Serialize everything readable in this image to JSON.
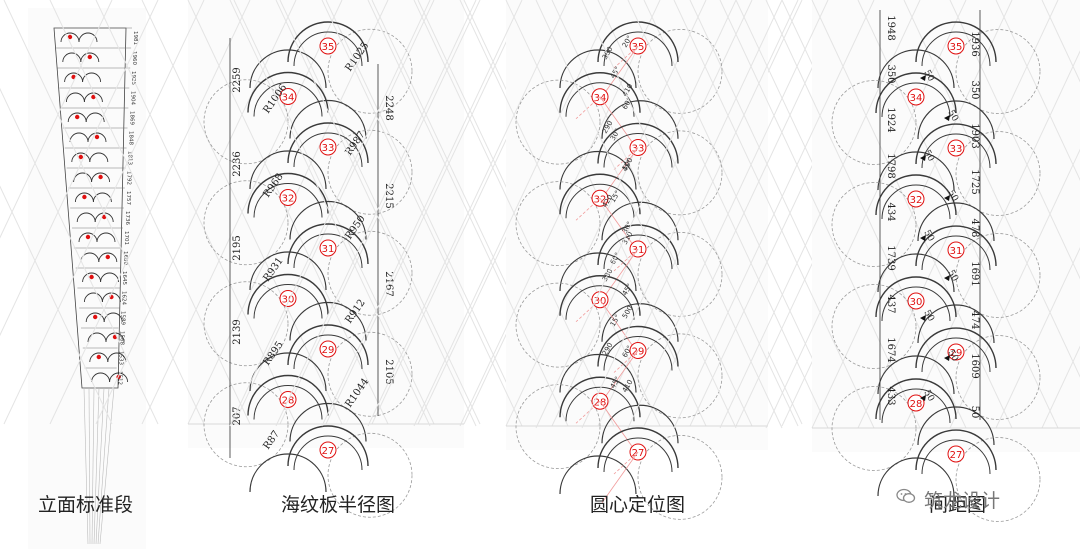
{
  "panels": [
    {
      "id": "elevation",
      "caption": "立面标准段",
      "elevation_dims": [
        "1981",
        "1960",
        "1925",
        "1904",
        "1869",
        "1848",
        "1813",
        "1792",
        "1757",
        "1736",
        "1701",
        "1680",
        "1645",
        "1624",
        "1589",
        "1568",
        "1533",
        "1512"
      ]
    },
    {
      "id": "radius",
      "caption": "海纹板半径图",
      "circles": [
        "35",
        "34",
        "33",
        "32",
        "31",
        "30",
        "29",
        "28",
        "27"
      ],
      "radius_labels": [
        "R1025",
        "R1006",
        "R987",
        "R968",
        "R950",
        "R931",
        "R912",
        "R895",
        "R1044",
        "R87"
      ],
      "left_dims": [
        "2259",
        "2236",
        "2195",
        "2139",
        "207"
      ],
      "right_dims": [
        "2248",
        "2215",
        "2167",
        "2105"
      ]
    },
    {
      "id": "center",
      "caption": "圆心定位图",
      "circles": [
        "35",
        "34",
        "33",
        "32",
        "31",
        "30",
        "29",
        "28",
        "27"
      ],
      "angle_labels": [
        "20°",
        "45°",
        "60°",
        "30°",
        "45°",
        "15°",
        "30°",
        "60°",
        "45°",
        "15°",
        "60°",
        "45°"
      ],
      "small_dims": [
        "380",
        "410",
        "290",
        "500",
        "420",
        "310",
        "380",
        "500",
        "290",
        "410"
      ]
    },
    {
      "id": "distance",
      "caption": "间距图",
      "circles": [
        "35",
        "34",
        "33",
        "32",
        "31",
        "30",
        "29",
        "28",
        "27"
      ],
      "left_dims": [
        "1948",
        "350",
        "1924",
        "1798",
        "434",
        "1739",
        "437",
        "1674",
        "433"
      ],
      "right_dims": [
        "1936",
        "350",
        "1903",
        "1725",
        "478",
        "1691",
        "474",
        "1609",
        "50"
      ],
      "fifty_labels": [
        "50",
        "50",
        "50",
        "50",
        "50",
        "50",
        "50",
        "50",
        "50"
      ]
    }
  ],
  "watermark": "筑龙设计",
  "colors": {
    "line": "#3a3a3a",
    "dashed": "#9a9a9a",
    "red": "#e01010"
  }
}
